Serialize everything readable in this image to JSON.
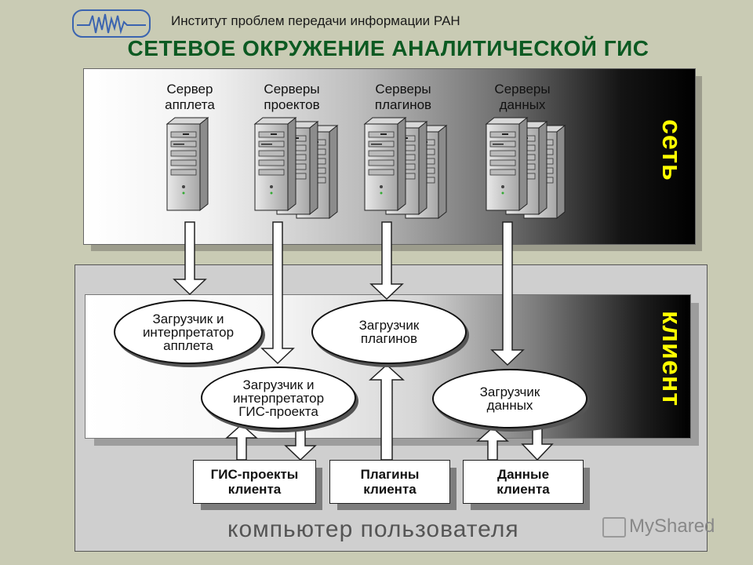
{
  "header": {
    "institute": "Институт проблем передачи информации РАН",
    "title": "СЕТЕВОЕ ОКРУЖЕНИЕ АНАЛИТИЧЕСКОЙ ГИС"
  },
  "network": {
    "label": "сеть",
    "servers": [
      {
        "label": "Сервер\nапплета"
      },
      {
        "label": "Серверы\nпроектов"
      },
      {
        "label": "Серверы\nплагинов"
      },
      {
        "label": "Серверы\nданных"
      }
    ]
  },
  "client": {
    "label": "клиент",
    "nodes": {
      "applet_loader": "Загрузчик и\nинтерпретатор\nапплета",
      "plugin_loader": "Загрузчик\nплагинов",
      "gis_loader": "Загрузчик и\nинтерпретатор\nГИС-проекта",
      "data_loader": "Загрузчик\nданных"
    },
    "stores": {
      "projects": "ГИС-проекты\nклиента",
      "plugins": "Плагины\nклиента",
      "data": "Данные\nклиента"
    },
    "footer": "компьютер пользователя"
  },
  "watermark": "MyShared",
  "colors": {
    "title": "#0c5a22",
    "vertical_label": "#ffff00",
    "background": "#c9cbb4"
  }
}
